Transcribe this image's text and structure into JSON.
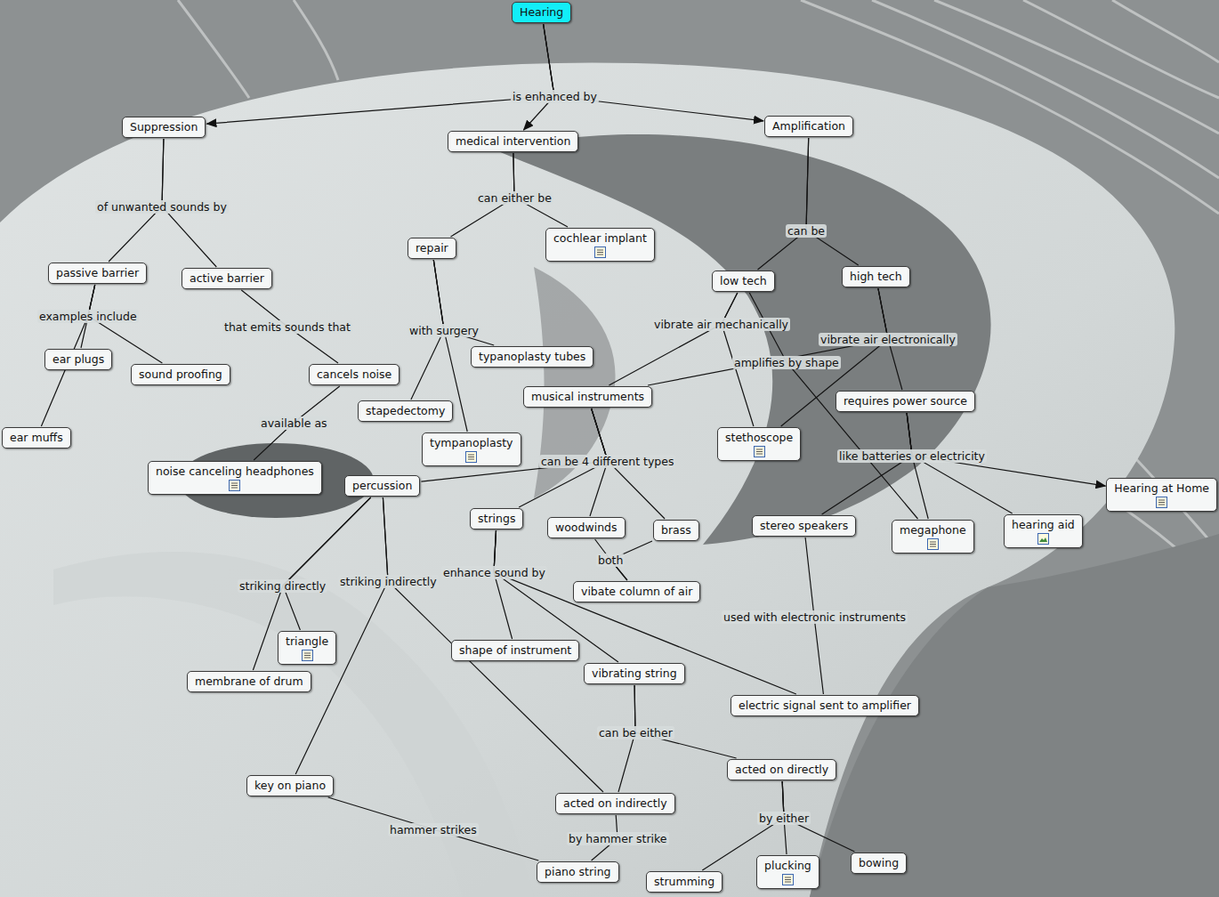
{
  "diagram": {
    "nodes": [
      {
        "text": [
          "Hearing"
        ]
      },
      {
        "text": [
          "Suppression"
        ]
      },
      {
        "text": [
          "medical intervention"
        ]
      },
      {
        "text": [
          "Amplification"
        ]
      },
      {
        "text": [
          "passive barrier"
        ]
      },
      {
        "text": [
          "active barrier"
        ]
      },
      {
        "text": [
          "ear plugs"
        ]
      },
      {
        "text": [
          "sound proofing"
        ]
      },
      {
        "text": [
          "ear muffs"
        ]
      },
      {
        "text": [
          "cancels noise"
        ]
      },
      {
        "text": [
          "noise canceling headphones"
        ]
      },
      {
        "text": [
          "repair"
        ]
      },
      {
        "text": [
          "cochlear implant"
        ]
      },
      {
        "text": [
          "typanoplasty tubes"
        ]
      },
      {
        "text": [
          "stapedectomy"
        ]
      },
      {
        "text": [
          "tympanoplasty"
        ]
      },
      {
        "text": [
          "low tech"
        ]
      },
      {
        "text": [
          "high tech"
        ]
      },
      {
        "text": [
          "musical instruments"
        ]
      },
      {
        "text": [
          "stethoscope"
        ]
      },
      {
        "text": [
          "requires power source"
        ]
      },
      {
        "text": [
          "Hearing at Home"
        ]
      },
      {
        "text": [
          "percussion"
        ]
      },
      {
        "text": [
          "strings"
        ]
      },
      {
        "text": [
          "woodwinds"
        ]
      },
      {
        "text": [
          "brass"
        ]
      },
      {
        "text": [
          "stereo speakers"
        ]
      },
      {
        "text": [
          "megaphone"
        ]
      },
      {
        "text": [
          "hearing aid"
        ]
      },
      {
        "text": [
          "vibate column of air"
        ]
      },
      {
        "text": [
          "triangle"
        ]
      },
      {
        "text": [
          "membrane of drum"
        ]
      },
      {
        "text": [
          "shape of instrument"
        ]
      },
      {
        "text": [
          "vibrating string"
        ]
      },
      {
        "text": [
          "electric signal sent to amplifier"
        ]
      },
      {
        "text": [
          "acted on directly"
        ]
      },
      {
        "text": [
          "key on piano"
        ]
      },
      {
        "text": [
          "acted on indirectly"
        ]
      },
      {
        "text": [
          "piano string"
        ]
      },
      {
        "text": [
          "strumming"
        ]
      },
      {
        "text": [
          "plucking"
        ]
      },
      {
        "text": [
          "bowing"
        ]
      }
    ],
    "edges": [
      {
        "from": 0,
        "to": 1,
        "arrow": "to",
        "label": "is enhanced by"
      },
      {
        "from": 0,
        "to": 2,
        "arrow": "to"
      },
      {
        "from": 0,
        "to": 3,
        "arrow": "to"
      },
      {
        "from": 1,
        "to": 4,
        "arrow": "none",
        "label": "of unwanted sounds by"
      },
      {
        "from": 1,
        "to": 5,
        "arrow": "none"
      },
      {
        "from": 4,
        "to": 6,
        "arrow": "none",
        "label": "examples include"
      },
      {
        "from": 4,
        "to": 7,
        "arrow": "none"
      },
      {
        "from": 4,
        "to": 8,
        "arrow": "none"
      },
      {
        "from": 5,
        "to": 9,
        "arrow": "none",
        "label": "that emits sounds that"
      },
      {
        "from": 9,
        "to": 10,
        "arrow": "none",
        "label": "available as"
      },
      {
        "from": 2,
        "to": 11,
        "arrow": "none",
        "label": "can either be"
      },
      {
        "from": 2,
        "to": 12,
        "arrow": "none"
      },
      {
        "from": 11,
        "to": 13,
        "arrow": "none",
        "label": "with surgery"
      },
      {
        "from": 11,
        "to": 14,
        "arrow": "none"
      },
      {
        "from": 11,
        "to": 15,
        "arrow": "none"
      },
      {
        "from": 3,
        "to": 16,
        "arrow": "none",
        "label": "can be"
      },
      {
        "from": 3,
        "to": 17,
        "arrow": "none"
      },
      {
        "from": 16,
        "to": 18,
        "arrow": "none",
        "label": "vibrate air mechanically"
      },
      {
        "from": 16,
        "to": 19,
        "arrow": "none"
      },
      {
        "from": 16,
        "to": 27,
        "arrow": "none",
        "label": "amplifies by shape"
      },
      {
        "from": 17,
        "to": 18,
        "arrow": "none",
        "label": "vibrate air electronically"
      },
      {
        "from": 17,
        "to": 19,
        "arrow": "none"
      },
      {
        "from": 17,
        "to": 20,
        "arrow": "none"
      },
      {
        "from": 20,
        "to": 26,
        "arrow": "none",
        "label": "like batteries or electricity"
      },
      {
        "from": 20,
        "to": 27,
        "arrow": "none"
      },
      {
        "from": 20,
        "to": 28,
        "arrow": "none"
      },
      {
        "from": 20,
        "to": 21,
        "arrow": "to"
      },
      {
        "from": 18,
        "to": 22,
        "arrow": "none",
        "label": "can be 4 different types"
      },
      {
        "from": 18,
        "to": 23,
        "arrow": "none"
      },
      {
        "from": 18,
        "to": 24,
        "arrow": "none"
      },
      {
        "from": 18,
        "to": 25,
        "arrow": "none"
      },
      {
        "from": 24,
        "to": 29,
        "arrow": "none",
        "label": "both"
      },
      {
        "from": 25,
        "to": 29,
        "arrow": "none"
      },
      {
        "from": 22,
        "to": 30,
        "arrow": "none",
        "label": "striking directly"
      },
      {
        "from": 22,
        "to": 31,
        "arrow": "none"
      },
      {
        "from": 22,
        "to": 36,
        "arrow": "none",
        "label": "striking indirectly"
      },
      {
        "from": 22,
        "to": 37,
        "arrow": "none"
      },
      {
        "from": 23,
        "to": 32,
        "arrow": "none",
        "label": "enhance sound by"
      },
      {
        "from": 23,
        "to": 33,
        "arrow": "none"
      },
      {
        "from": 23,
        "to": 34,
        "arrow": "none"
      },
      {
        "from": 26,
        "to": 34,
        "arrow": "none",
        "label": "used with electronic instruments"
      },
      {
        "from": 33,
        "to": 37,
        "arrow": "none",
        "label": "can be either"
      },
      {
        "from": 33,
        "to": 35,
        "arrow": "none"
      },
      {
        "from": 35,
        "to": 39,
        "arrow": "none",
        "label": "by either"
      },
      {
        "from": 35,
        "to": 40,
        "arrow": "none"
      },
      {
        "from": 35,
        "to": 41,
        "arrow": "none"
      },
      {
        "from": 37,
        "to": 38,
        "arrow": "none",
        "label": "by hammer strike"
      },
      {
        "from": 36,
        "to": 38,
        "arrow": "none",
        "label": "hammer strikes"
      }
    ]
  }
}
